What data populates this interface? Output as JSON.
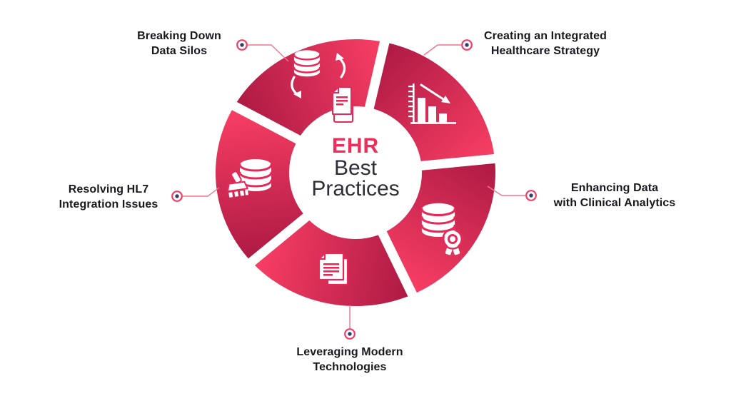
{
  "title": {
    "heading": "EHR",
    "subtitle_line1": "Best",
    "subtitle_line2": "Practices"
  },
  "colors": {
    "seg-dark": "#ad1a44",
    "seg-bright": "#f83e64",
    "seg-mid": "#e9285a",
    "accent": "#ee2d5b",
    "subtitle-text": "#2e2e38",
    "label-text": "#18181f",
    "connector": "#f2748f",
    "dot-ring": "#ee3f68",
    "dot-core": "#343c6b",
    "background": "#ffffff"
  },
  "segments": [
    {
      "label": "Breaking Down\nData Silos",
      "icon": "data-sync-icon"
    },
    {
      "label": "Creating an Integrated\nHealthcare Strategy",
      "icon": "declining-bar-chart-icon"
    },
    {
      "label": "Enhancing Data\nwith Clinical Analytics",
      "icon": "database-award-icon"
    },
    {
      "label": "Leveraging Modern\nTechnologies",
      "icon": "documents-icon"
    },
    {
      "label": "Resolving HL7\nIntegration Issues",
      "icon": "database-brush-icon"
    }
  ]
}
